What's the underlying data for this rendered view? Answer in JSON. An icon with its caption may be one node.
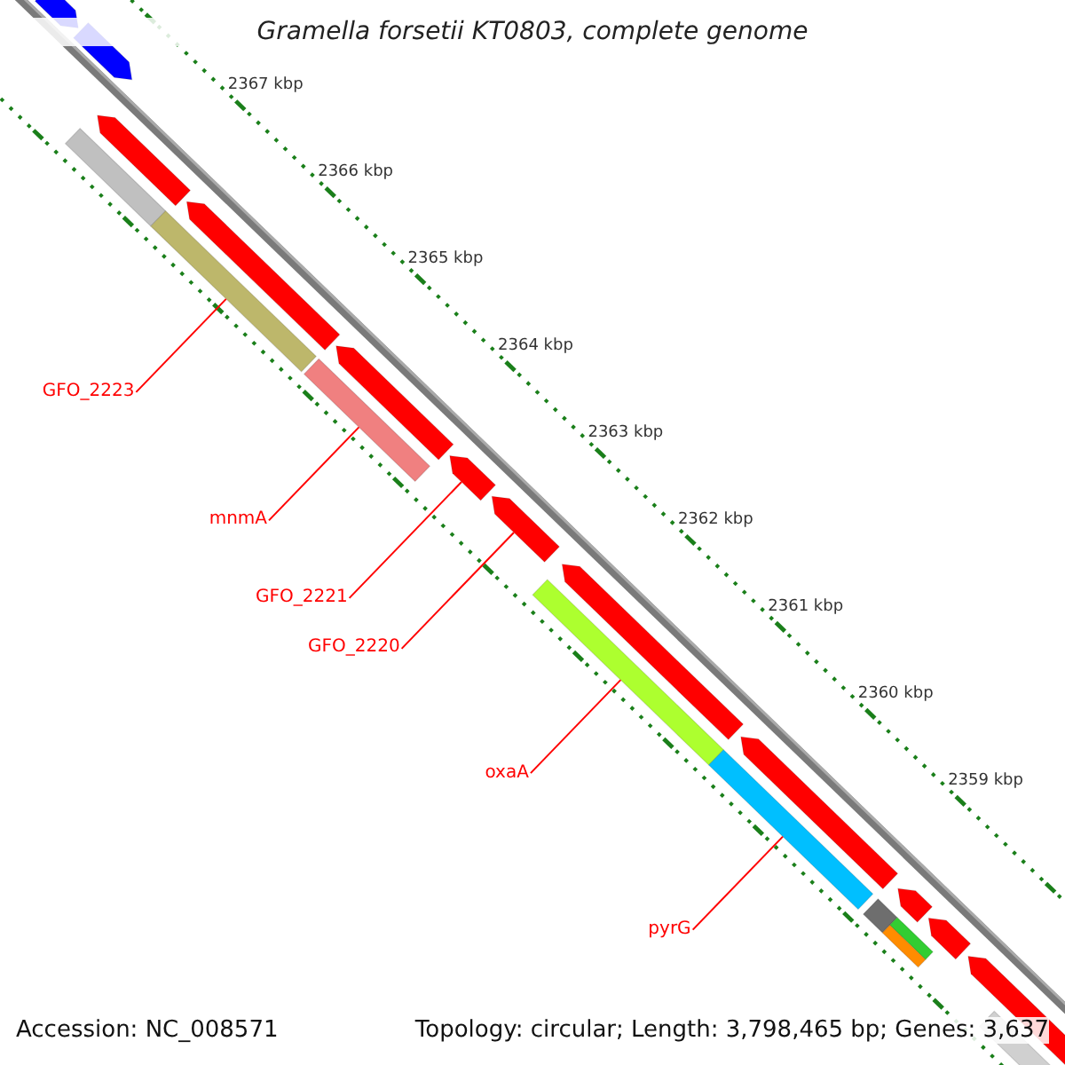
{
  "diagram": {
    "title": "Gramella forsetii KT0803, complete genome",
    "nodes": [
      {
        "text": [
          "GFO_2223"
        ]
      },
      {
        "text": [
          "mnmA"
        ]
      },
      {
        "text": [
          "GFO_2221"
        ]
      },
      {
        "text": [
          "GFO_2220"
        ]
      },
      {
        "text": [
          "oxaA"
        ]
      },
      {
        "text": [
          "pyrG"
        ]
      }
    ],
    "edges": [
      {
        "from": 0,
        "to": null,
        "arrow": "none"
      },
      {
        "from": 1,
        "to": null,
        "arrow": "none"
      },
      {
        "from": 2,
        "to": null,
        "arrow": "none"
      },
      {
        "from": 3,
        "to": null,
        "arrow": "none"
      },
      {
        "from": 4,
        "to": null,
        "arrow": "none"
      },
      {
        "from": 5,
        "to": null,
        "arrow": "none"
      }
    ],
    "labels": [
      "2367 kbp",
      "2366 kbp",
      "2365 kbp",
      "2364 kbp",
      "2363 kbp",
      "2362 kbp",
      "2361 kbp",
      "2360 kbp",
      "2359 kbp",
      "Accession: NC_008571",
      "Topology: circular; Length: 3,798,465 bp; Genes: 3,637"
    ]
  }
}
